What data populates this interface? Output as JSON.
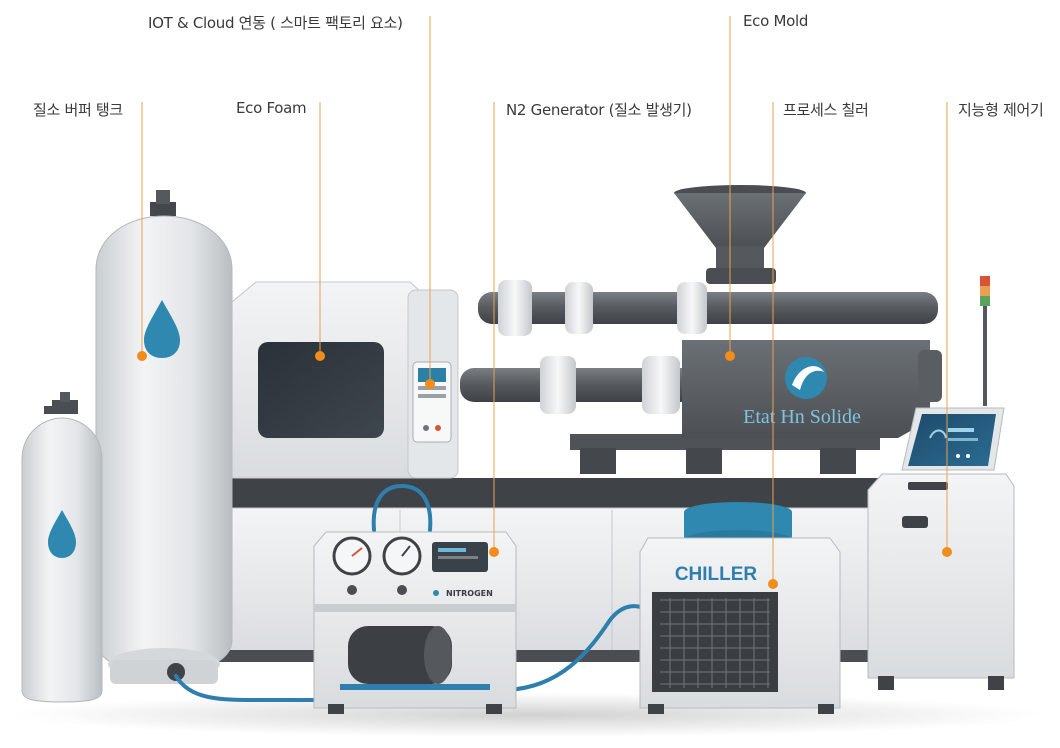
{
  "callouts": {
    "iot_cloud": "IOT & Cloud 연동 ( 스마트 팩토리 요소)",
    "eco_mold": "Eco Mold",
    "nitrogen_tank": "질소 버퍼 탱크",
    "eco_foam": "Eco Foam",
    "n2_generator": "N2 Generator (질소 발생기)",
    "process_chiller": "프로세스 칠러",
    "smart_controller": "지능형 제어기"
  },
  "machine_text": {
    "brand": "Etat Hn Solide",
    "chiller": "CHILLER",
    "nitrogen": "NITROGEN"
  },
  "colors": {
    "callout_dot": "#f28c1a",
    "callout_line": "#e8a050",
    "accent_blue": "#2f88b0",
    "machine_dark": "#5c6064",
    "machine_light": "#e9ebec"
  }
}
